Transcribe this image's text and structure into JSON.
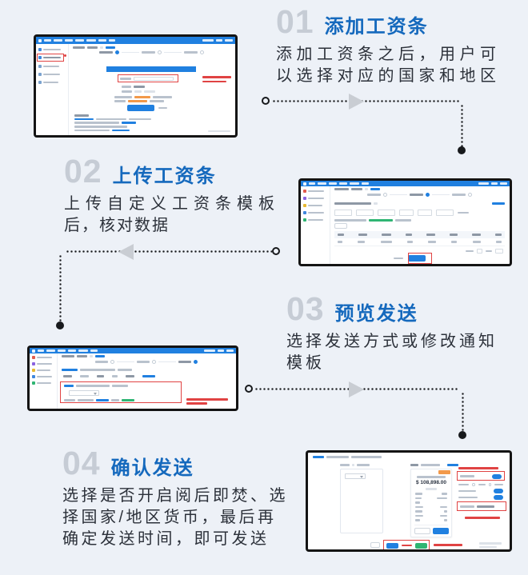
{
  "colors": {
    "canvas_bg": "#edf1f7",
    "accent_blue": "#1569bd",
    "step_number_gray": "#c6ccd5",
    "body_text": "#2c313a",
    "connector_black": "#17191c",
    "arrow_gray": "#c9cdd3",
    "annotation_red": "#e04343",
    "ui_blue": "#2080e0",
    "ui_green": "#2fb573",
    "ui_orange": "#f2994a"
  },
  "steps": [
    {
      "number": "01",
      "title": "添加工资条",
      "desc_lines": [
        "添加工资条之后，用户可",
        "以选择对应的国家和地区"
      ]
    },
    {
      "number": "02",
      "title": "上传工资条",
      "desc_lines": [
        "上传自定义工资条模板",
        "后，核对数据"
      ]
    },
    {
      "number": "03",
      "title": "预览发送",
      "desc_lines": [
        "选择发送方式或修改通知",
        "模板"
      ]
    },
    {
      "number": "04",
      "title": "确认发送",
      "desc_lines": [
        "选择是否开启阅后即焚、选",
        "择国家/地区货币，最后再",
        "确定发送时间，即可发送"
      ]
    }
  ],
  "screenshots": {
    "confirm_send": {
      "amount": "$ 108,898.00"
    }
  }
}
